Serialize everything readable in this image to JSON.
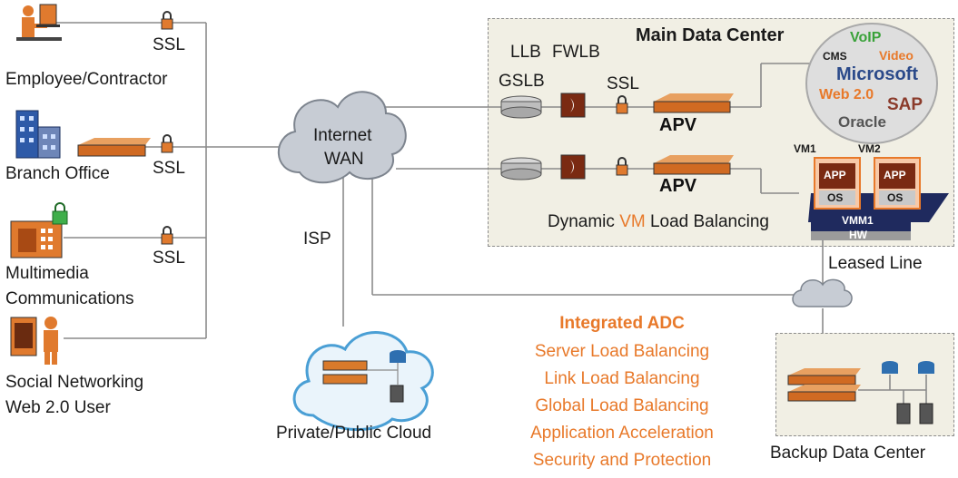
{
  "users": {
    "employee": "Employee/Contractor",
    "branch": "Branch Office",
    "multimedia": [
      "Multimedia",
      "Communications"
    ],
    "social": [
      "Social Networking",
      "Web 2.0 User"
    ]
  },
  "ssl": "SSL",
  "internet": [
    "Internet",
    "WAN"
  ],
  "isp": "ISP",
  "cloud_label": "Private/Public Cloud",
  "main_dc": {
    "title": "Main Data Center",
    "llb": "LLB",
    "gslb": "GSLB",
    "fwlb": "FWLB",
    "ssl": "SSL",
    "apv": "APV",
    "dynamic": [
      "Dynamic ",
      "VM",
      " Load Balancing"
    ],
    "vm1": "VM1",
    "vm2": "VM2",
    "app": "APP",
    "os": "OS",
    "vmm": "VMM1",
    "hw": "HW",
    "apps": {
      "voip": "VoIP",
      "cms": "CMS",
      "video": "Video",
      "microsoft": "Microsoft",
      "web20": "Web 2.0",
      "sap": "SAP",
      "oracle": "Oracle"
    }
  },
  "leased_line": "Leased Line",
  "backup_dc": "Backup Data Center",
  "adc": {
    "title": "Integrated ADC",
    "items": [
      "Server Load Balancing",
      "Link Load Balancing",
      "Global Load Balancing",
      "Application Acceleration",
      "Security and Protection"
    ]
  },
  "colors": {
    "orange": "#e8792a",
    "dc_bg": "#f1efe4",
    "line": "#8a8a8a",
    "navy": "#1f2a5e",
    "voip": "#3aa23a",
    "microsoft": "#2b4a8a",
    "sap": "#8b3b2b"
  }
}
